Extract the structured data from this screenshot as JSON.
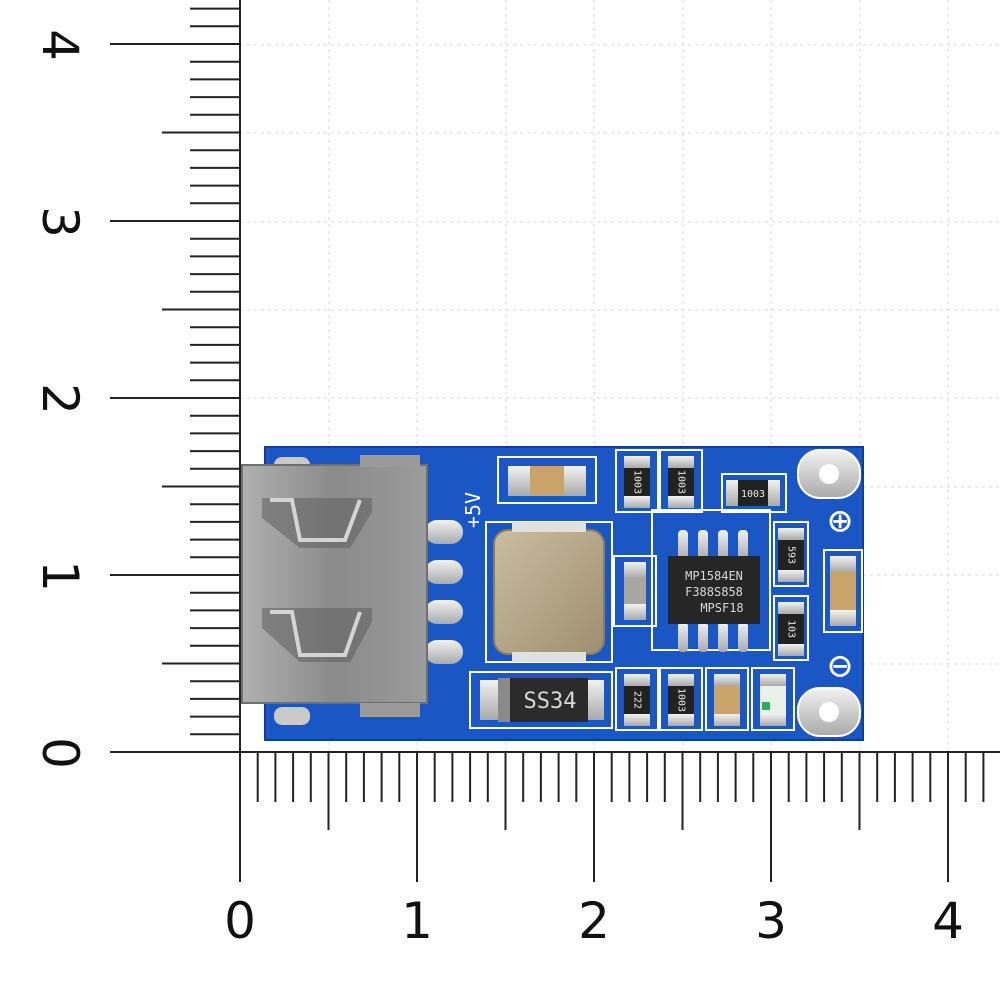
{
  "ruler": {
    "vertical_labels": [
      "0",
      "1",
      "2",
      "3",
      "4"
    ],
    "horizontal_labels": [
      "0",
      "1",
      "2",
      "3",
      "4"
    ]
  },
  "board": {
    "silkscreen_voltage": "+5V",
    "polarity_plus": "⊕",
    "polarity_minus": "⊖",
    "diode_marking": "SS34",
    "ic_marking": [
      "MP1584EN",
      "F388S858",
      "MPSF18"
    ],
    "resistor_codes": {
      "r_top_left": "1003",
      "r_top_mid": "1003",
      "r_top_right": "1003",
      "r_right_upper": "593",
      "r_right_lower": "103",
      "r_bottom_left": "222",
      "r_bottom_mid": "1003"
    }
  },
  "colors": {
    "pcb": "#1a56c4",
    "pcb_dark": "#0f3e99",
    "usb_metal": "#8e8e8e",
    "inductor": "#b7a88a"
  }
}
